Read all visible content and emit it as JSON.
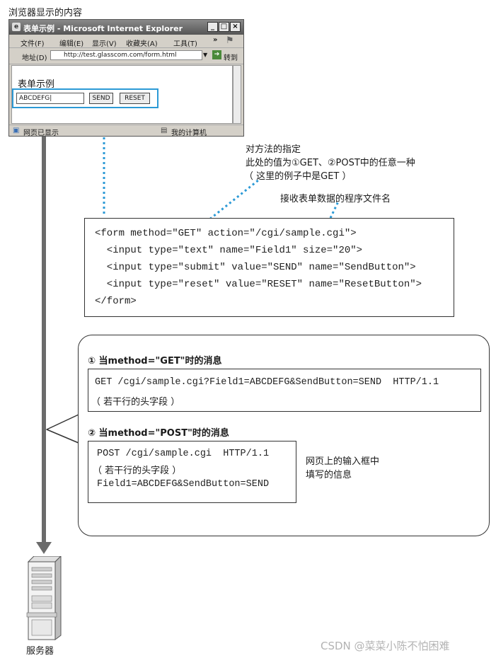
{
  "browser_caption": "浏览器显示的内容",
  "ie": {
    "title": "表单示例 - Microsoft Internet Explorer",
    "menu": [
      "文件(F)",
      "编辑(E)",
      "显示(V)",
      "收藏夹(A)",
      "工具(T)"
    ],
    "menu_more": "»",
    "address_label": "地址(D)",
    "address_url": "http://test.glasscom.com/form.html",
    "go_label": "转到",
    "page_heading": "表单示例",
    "input_value": "ABCDEFG|",
    "send_label": "SEND",
    "reset_label": "RESET",
    "status_left": "网页已显示",
    "status_right": "我的计算机"
  },
  "annotations": {
    "method_title": "对方法的指定",
    "method_line2": "此处的值为①GET、②POST中的任意一种",
    "method_line3": "（ 这里的例子中是GET ）",
    "action_note": "接收表单数据的程序文件名",
    "input_note_line1": "网页上的输入框中",
    "input_note_line2": "填写的信息"
  },
  "code_lines": [
    "<form method=\"GET\" action=\"/cgi/sample.cgi\">",
    "  <input type=\"text\" name=\"Field1\" size=\"20\">",
    "  <input type=\"submit\" value=\"SEND\" name=\"SendButton\">",
    "  <input type=\"reset\" value=\"RESET\" name=\"ResetButton\">",
    "</form>"
  ],
  "get_message": {
    "heading": "① 当method=\"GET\"时的消息",
    "request_line": "GET /cgi/sample.cgi?Field1=ABCDEFG&SendButton=SEND  HTTP/1.1",
    "headers_note": "（ 若干行的头字段 ）"
  },
  "post_message": {
    "heading": "② 当method=\"POST\"时的消息",
    "request_line": "POST /cgi/sample.cgi  HTTP/1.1",
    "headers_note": "（ 若干行的头字段 ）",
    "body": "Field1=ABCDEFG&SendButton=SEND"
  },
  "server_label": "服务器",
  "watermark": "CSDN @菜菜小陈不怕困难",
  "colors": {
    "accent": "#2c9ad6",
    "arrow": "#6b6b6b"
  }
}
